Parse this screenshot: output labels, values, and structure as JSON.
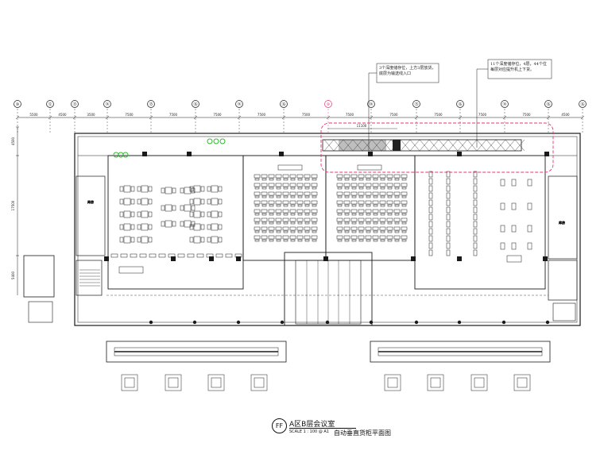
{
  "grid_axes": [
    "⑩",
    "⑫",
    "⑬",
    "⑭",
    "⑮",
    "⑯",
    "⑭",
    "⑯",
    "⑩",
    "⑭",
    "⑮",
    "⑯",
    "⑭",
    "⑯",
    "⑯"
  ],
  "highlight_axis_index": 8,
  "dims_top": [
    "5500",
    "4500",
    "3500",
    "7500",
    "7500",
    "7500",
    "7500",
    "7500",
    "7500",
    "7500",
    "7500",
    "7500",
    "7500",
    "4500"
  ],
  "dims_left": [
    "4500",
    "17500",
    "5400"
  ],
  "dim_inner": "11100",
  "notes": {
    "left": [
      "3个深度储存位，上方3层放货，",
      "底层为输送线入口"
    ],
    "right": [
      "11个深度储存位，4层，44个位",
      "每层对应提升机上下货。"
    ]
  },
  "room_labels": [
    "库房",
    "库房"
  ],
  "title": {
    "circle": "FF",
    "main": "A区B层会议室",
    "scale": "SCALE 1 : 100 @ A1",
    "subtitle": "自动垂直货柜平面图"
  },
  "colors": {
    "line": "#1a1a1a",
    "accent": "#e8337a",
    "green": "#2eb82e"
  }
}
